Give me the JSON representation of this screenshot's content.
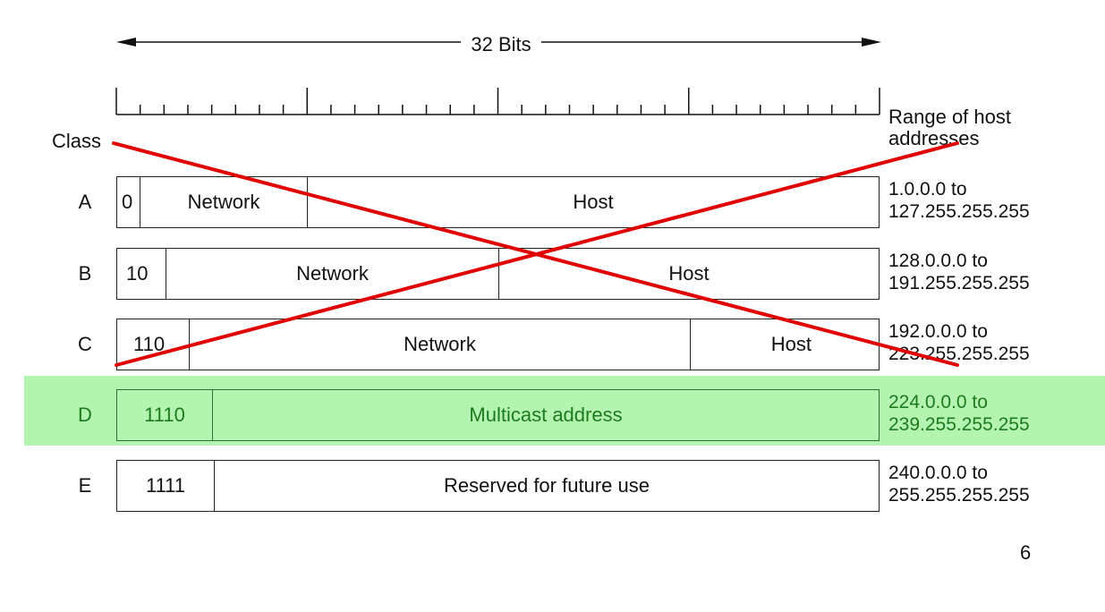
{
  "bit_width_label": "32 Bits",
  "class_header": "Class",
  "range_header": [
    "Range of host",
    "addresses"
  ],
  "rows": [
    {
      "class": "A",
      "prefix": "0",
      "parts": [
        "Network",
        "Host"
      ],
      "range": [
        "1.0.0.0 to",
        "127.255.255.255"
      ]
    },
    {
      "class": "B",
      "prefix": "10",
      "parts": [
        "Network",
        "Host"
      ],
      "range": [
        "128.0.0.0 to",
        "191.255.255.255"
      ]
    },
    {
      "class": "C",
      "prefix": "110",
      "parts": [
        "Network",
        "Host"
      ],
      "range": [
        "192.0.0.0 to",
        "223.255.255.255"
      ]
    },
    {
      "class": "D",
      "prefix": "1110",
      "parts": [
        "Multicast address"
      ],
      "range": [
        "224.0.0.0 to",
        "239.255.255.255"
      ]
    },
    {
      "class": "E",
      "prefix": "1111",
      "parts": [
        "Reserved for future use"
      ],
      "range": [
        "240.0.0.0 to",
        "255.255.255.255"
      ]
    }
  ],
  "page_number": "6",
  "colors": {
    "highlight": "#b3f5b0",
    "cross": "#e00000",
    "highlight_text": "#1e7a1e"
  }
}
